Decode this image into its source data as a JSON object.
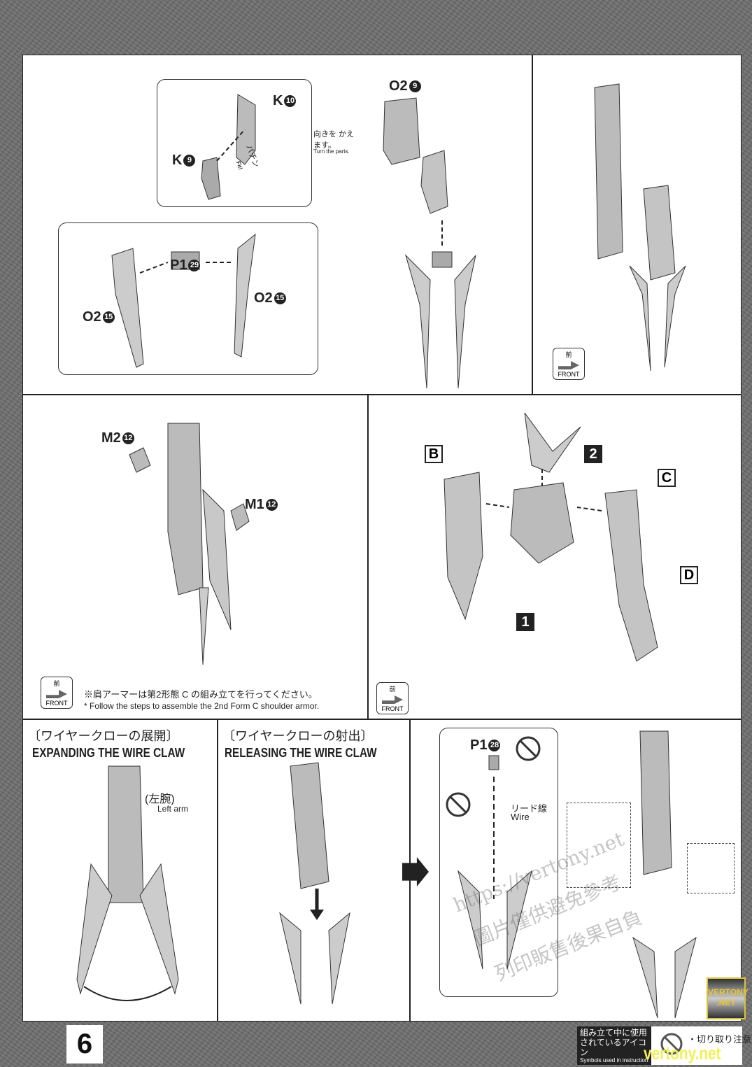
{
  "page_number": "6",
  "step_a": {
    "inset_parts": [
      {
        "code": "K",
        "num": "10"
      },
      {
        "code": "K",
        "num": "9"
      }
    ],
    "snap_label": "パチン",
    "snap_label_en": "Fit!",
    "turn_note_jp": "向きを かえます。",
    "turn_note_en": "Turn the parts.",
    "part_top": {
      "code": "O2",
      "num": "9"
    },
    "sub_parts": [
      {
        "code": "P1",
        "num": "29"
      },
      {
        "code": "O2",
        "num": "15"
      },
      {
        "code": "O2",
        "num": "15"
      }
    ]
  },
  "front_icon": {
    "jp": "前",
    "en": "FRONT"
  },
  "step_b": {
    "parts": [
      {
        "code": "M2",
        "num": "12"
      },
      {
        "code": "M1",
        "num": "12"
      }
    ],
    "note_jp": "※肩アーマーは第2形態 C の組み立てを行ってください。",
    "note_en": "* Follow the steps to assemble the 2nd Form C shoulder armor."
  },
  "step_c": {
    "labels": [
      "B",
      "2",
      "C",
      "D",
      "1"
    ]
  },
  "expanding": {
    "title_jp": "〔ワイヤークローの展開〕",
    "title_en": "EXPANDING THE WIRE CLAW",
    "arm_jp": "(左腕)",
    "arm_en": "Left arm"
  },
  "releasing": {
    "title_jp": "〔ワイヤークローの射出〕",
    "title_en": "RELEASING THE WIRE CLAW"
  },
  "wire_detail": {
    "part": {
      "code": "P1",
      "num": "28"
    },
    "wire_jp": "リード線",
    "wire_en": "Wire"
  },
  "legend": {
    "title_jp": "組み立て中に使用されているアイコン",
    "title_en": "Symbols used in instructions",
    "item_jp": "・切り取り注意"
  },
  "watermarks": {
    "url": "https://vertony.net",
    "cn1": "圖片僅供避免參考",
    "cn2": "列印販售後果自負",
    "badge": "VERTONY .NET",
    "footer": "vertony.net"
  }
}
